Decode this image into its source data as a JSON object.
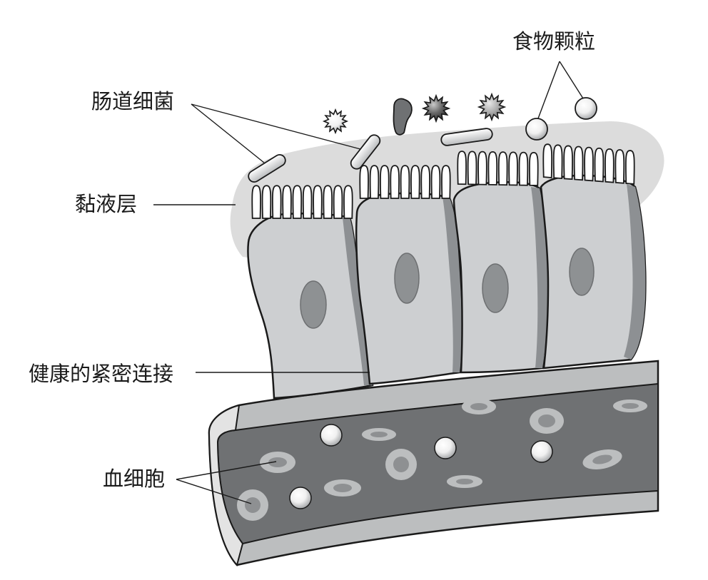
{
  "labels": {
    "gut_bacteria": "肠道细菌",
    "food_particles": "食物颗粒",
    "mucus_layer": "黏液层",
    "tight_junction": "健康的紧密连接",
    "blood_cells": "血细胞"
  },
  "colors": {
    "mucus": "#dcdcdc",
    "cell_body": "#cdcfd1",
    "cell_shadow": "#8d9093",
    "nucleus": "#8e9193",
    "vessel_lumen": "#6f7173",
    "vessel_wall": "#bcbebf",
    "outline": "#1a1a1a"
  }
}
